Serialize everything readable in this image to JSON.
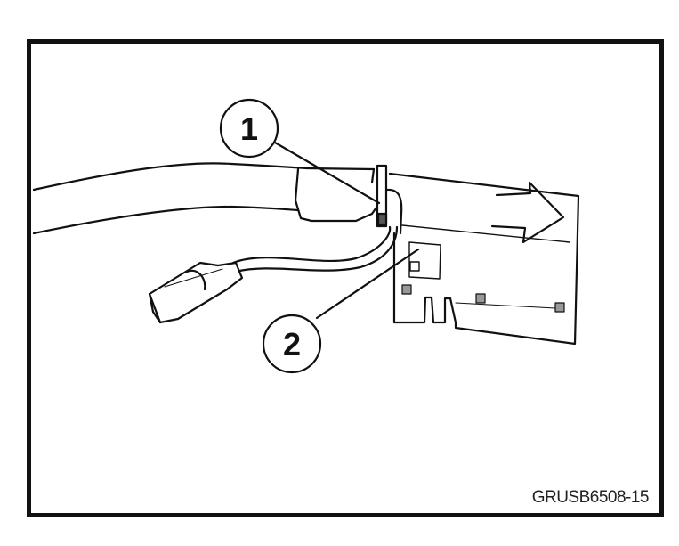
{
  "figure": {
    "callouts": [
      {
        "number": "1"
      },
      {
        "number": "2"
      }
    ],
    "figure_code": "GRUSB6508-15"
  }
}
